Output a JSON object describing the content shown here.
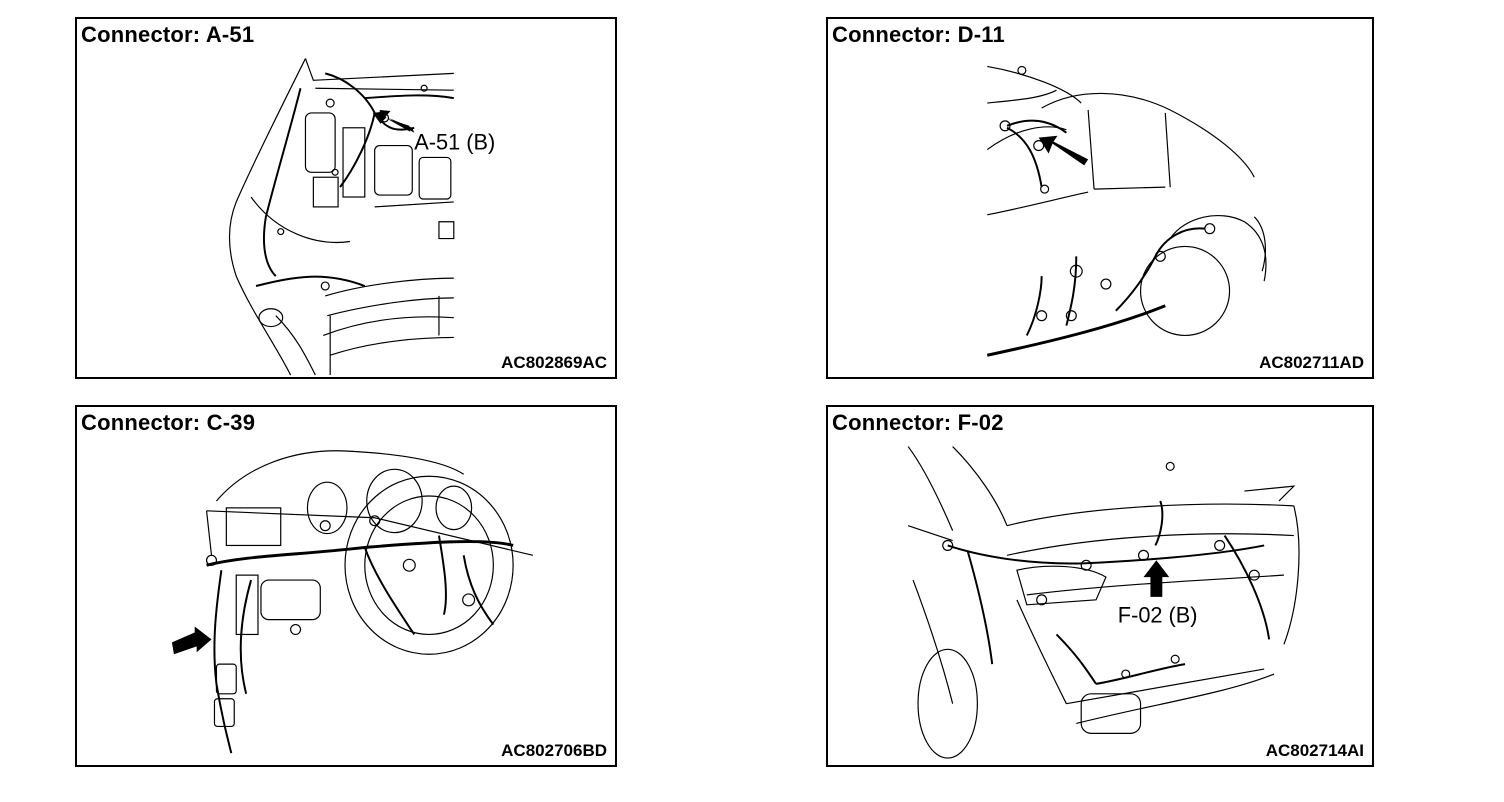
{
  "panels": [
    {
      "title": "Connector: A-51",
      "code": "AC802869AC",
      "callout": "A-51 (B)"
    },
    {
      "title": "Connector: D-11",
      "code": "AC802711AD",
      "callout": ""
    },
    {
      "title": "Connector: C-39",
      "code": "AC802706BD",
      "callout": ""
    },
    {
      "title": "Connector: F-02",
      "code": "AC802714AI",
      "callout": "F-02 (B)"
    }
  ],
  "icons": {
    "arrow": "connector-location-arrow-icon"
  }
}
